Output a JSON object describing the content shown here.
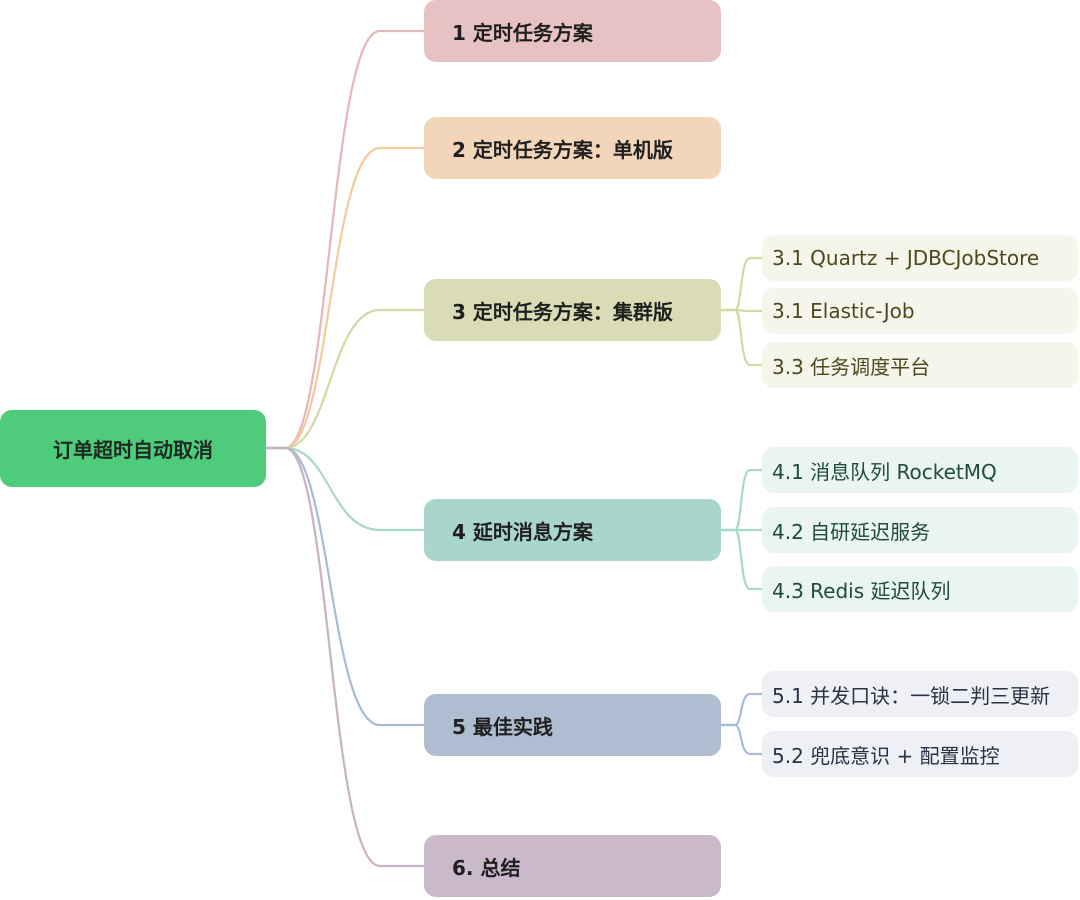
{
  "root": {
    "label": "订单超时自动取消"
  },
  "branches": [
    {
      "label": "1 定时任务方案",
      "line_color": "#e7b7b7"
    },
    {
      "label": "2 定时任务方案：单机版",
      "line_color": "#f5c9a0"
    },
    {
      "label": "3 定时任务方案：集群版",
      "line_color": "#d6d8a2",
      "children": [
        "3.1 Quartz + JDBCJobStore",
        "3.1 Elastic-Job",
        "3.3 任务调度平台"
      ]
    },
    {
      "label": "4 延时消息方案",
      "line_color": "#a6d8cb",
      "children": [
        "4.1 消息队列 RocketMQ",
        "4.2 自研延迟服务",
        "4.3 Redis 延迟队列"
      ]
    },
    {
      "label": "5 最佳实践",
      "line_color": "#a9bbd2",
      "children": [
        "5.1 并发口诀：一锁二判三更新",
        "5.2 兜底意识 + 配置监控"
      ]
    },
    {
      "label": "6. 总结",
      "line_color": "#c8b2c8"
    }
  ]
}
